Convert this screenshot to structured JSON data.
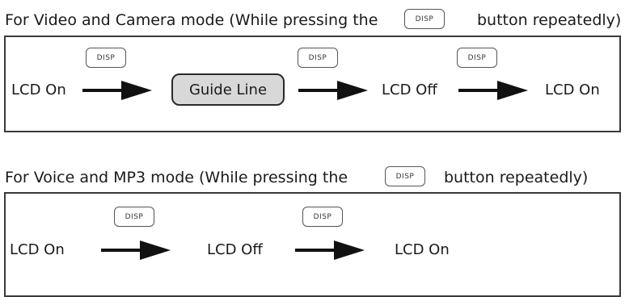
{
  "panel1": {
    "heading_pre": "For Video and Camera mode  (While pressing the",
    "heading_post": "button repeatedly)",
    "button_label": "DISP",
    "states": [
      "LCD On",
      "Guide Line",
      "LCD Off",
      "LCD On"
    ]
  },
  "panel2": {
    "heading_pre": "For Voice and MP3 mode  (While pressing the",
    "heading_post": "button repeatedly)",
    "button_label": "DISP",
    "states": [
      "LCD On",
      "LCD Off",
      "LCD On"
    ]
  }
}
